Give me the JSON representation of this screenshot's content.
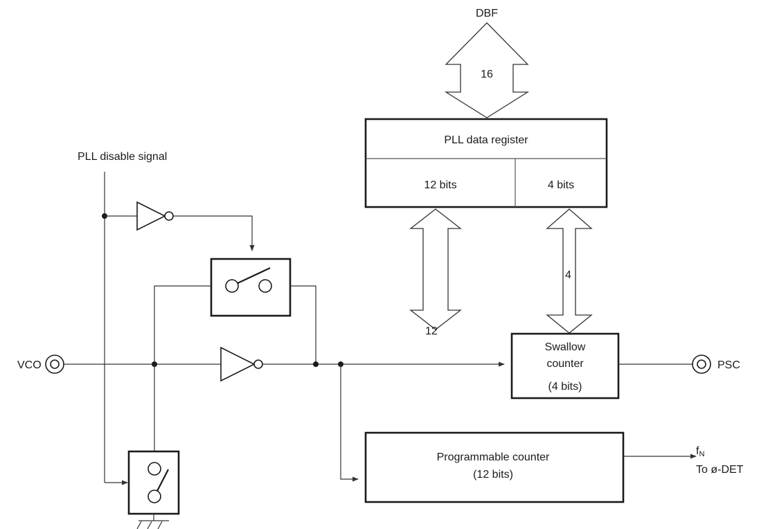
{
  "labels": {
    "dbf": "DBF",
    "bus_width_dbf": "16",
    "pll_data_register": "PLL data register",
    "field_12bits": "12 bits",
    "field_4bits": "4 bits",
    "pll_disable_signal": "PLL disable signal",
    "bus_width_12": "12",
    "bus_width_4": "4",
    "vco": "VCO",
    "psc": "PSC",
    "swallow_counter_line1": "Swallow",
    "swallow_counter_line2": "counter",
    "swallow_counter_line3": "(4 bits)",
    "programmable_counter_line1": "Programmable counter",
    "programmable_counter_line2": "(12 bits)",
    "fn_main": "f",
    "fn_sub": "N",
    "to_det": "To ø-DET"
  }
}
